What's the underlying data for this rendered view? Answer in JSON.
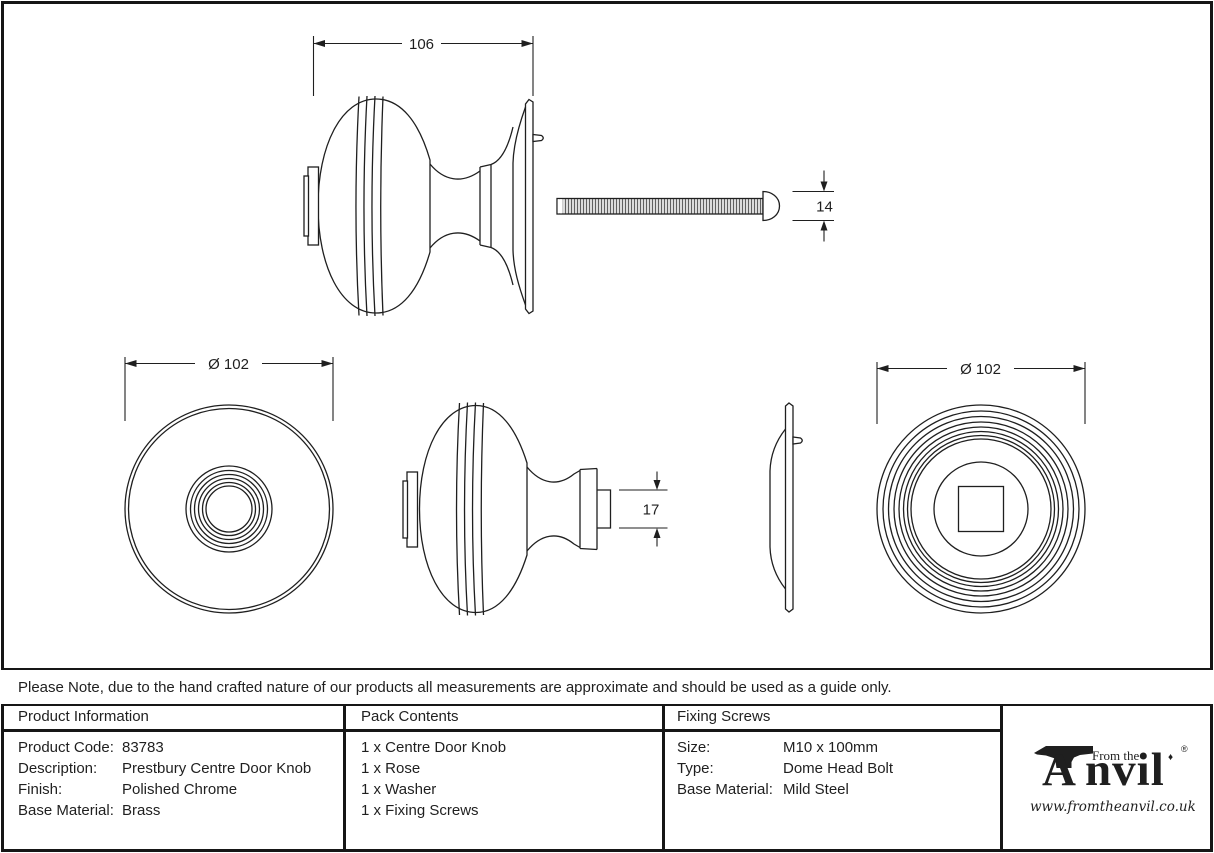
{
  "drawing": {
    "line_color": "#1f1f1f",
    "dims": {
      "overall_depth": "106",
      "bolt_head_height": "14",
      "knob_diameter": "Ø 102",
      "spindle_height": "17",
      "rose_diameter": "Ø 102"
    }
  },
  "note": "Please Note, due to the hand crafted nature of our products all measurements are approximate and should be used as a guide only.",
  "table": {
    "product_information": {
      "header": "Product Information",
      "rows": [
        {
          "label": "Product Code:",
          "value": "83783"
        },
        {
          "label": "Description:",
          "value": "Prestbury Centre Door Knob"
        },
        {
          "label": "Finish:",
          "value": "Polished Chrome"
        },
        {
          "label": "Base Material:",
          "value": "Brass"
        }
      ]
    },
    "pack_contents": {
      "header": "Pack Contents",
      "items": [
        "1 x Centre Door Knob",
        "1 x Rose",
        "1 x Washer",
        "1 x Fixing Screws"
      ]
    },
    "fixing_screws": {
      "header": "Fixing Screws",
      "rows": [
        {
          "label": "Size:",
          "value": "M10 x 100mm"
        },
        {
          "label": "Type:",
          "value": "Dome Head Bolt"
        },
        {
          "label": "Base Material:",
          "value": "Mild Steel"
        }
      ]
    }
  },
  "logo": {
    "prefix": "From the",
    "brand_initial": "A",
    "brand_rest": "nvil",
    "registered": "®",
    "diamond": "♦",
    "website": "www.fromtheanvil.co.uk"
  }
}
